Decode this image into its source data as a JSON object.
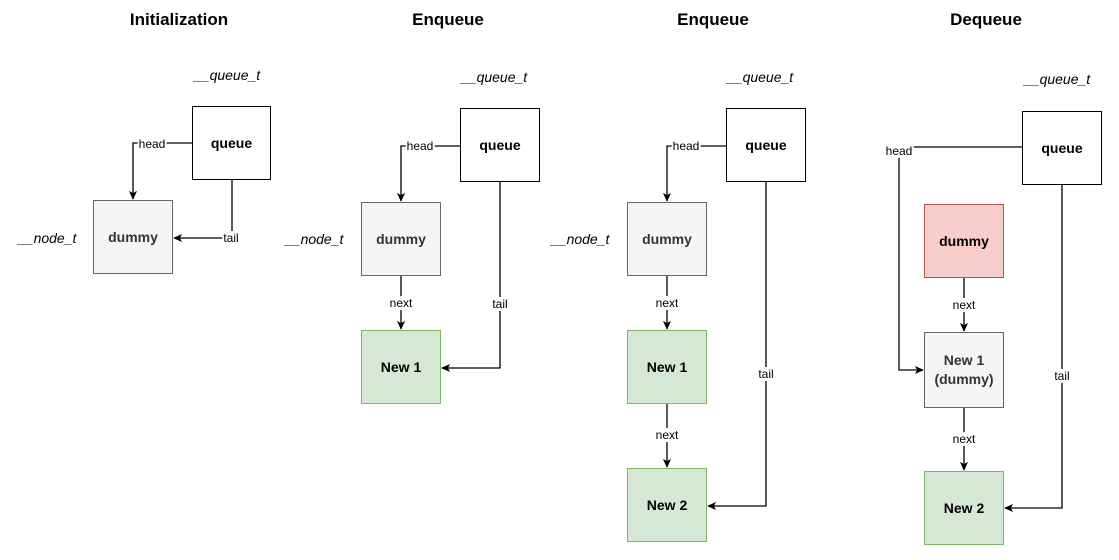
{
  "panels": [
    {
      "title": "Initialization",
      "queue_type": "__queue_t",
      "node_type": "__node_t",
      "nodes": [
        {
          "id": "queue",
          "label": "queue",
          "style": "queue"
        },
        {
          "id": "dummy",
          "label": "dummy",
          "style": "dummy"
        }
      ],
      "edges": [
        {
          "label": "head",
          "from": "queue",
          "to": "dummy"
        },
        {
          "label": "tail",
          "from": "queue",
          "to": "dummy"
        }
      ]
    },
    {
      "title": "Enqueue",
      "queue_type": "__queue_t",
      "node_type": "__node_t",
      "nodes": [
        {
          "id": "queue",
          "label": "queue",
          "style": "queue"
        },
        {
          "id": "dummy",
          "label": "dummy",
          "style": "dummy"
        },
        {
          "id": "new1",
          "label": "New 1",
          "style": "new"
        }
      ],
      "edges": [
        {
          "label": "head",
          "from": "queue",
          "to": "dummy"
        },
        {
          "label": "next",
          "from": "dummy",
          "to": "new1"
        },
        {
          "label": "tail",
          "from": "queue",
          "to": "new1"
        }
      ]
    },
    {
      "title": "Enqueue",
      "queue_type": "__queue_t",
      "node_type": "__node_t",
      "nodes": [
        {
          "id": "queue",
          "label": "queue",
          "style": "queue"
        },
        {
          "id": "dummy",
          "label": "dummy",
          "style": "dummy"
        },
        {
          "id": "new1",
          "label": "New 1",
          "style": "new"
        },
        {
          "id": "new2",
          "label": "New 2",
          "style": "new"
        }
      ],
      "edges": [
        {
          "label": "head",
          "from": "queue",
          "to": "dummy"
        },
        {
          "label": "next",
          "from": "dummy",
          "to": "new1"
        },
        {
          "label": "next",
          "from": "new1",
          "to": "new2"
        },
        {
          "label": "tail",
          "from": "queue",
          "to": "new2"
        }
      ]
    },
    {
      "title": "Dequeue",
      "queue_type": "__queue_t",
      "nodes": [
        {
          "id": "queue",
          "label": "queue",
          "style": "queue"
        },
        {
          "id": "dummy",
          "label": "dummy",
          "style": "freed"
        },
        {
          "id": "new1",
          "label": "New 1\n(dummy)",
          "style": "dummy"
        },
        {
          "id": "new2",
          "label": "New 2",
          "style": "new"
        }
      ],
      "edges": [
        {
          "label": "head",
          "from": "queue",
          "to": "new1"
        },
        {
          "label": "next",
          "from": "dummy",
          "to": "new1"
        },
        {
          "label": "next",
          "from": "new1",
          "to": "new2"
        },
        {
          "label": "tail",
          "from": "queue",
          "to": "new2"
        }
      ]
    }
  ],
  "colors": {
    "edge": "#000000",
    "queue_fill": "#ffffff",
    "dummy_fill": "#f5f5f5",
    "dummy_stroke": "#666666",
    "new_fill": "#d5e8d4",
    "new_stroke": "#82b366",
    "freed_fill": "#f8cecc",
    "freed_stroke": "#b85450"
  }
}
